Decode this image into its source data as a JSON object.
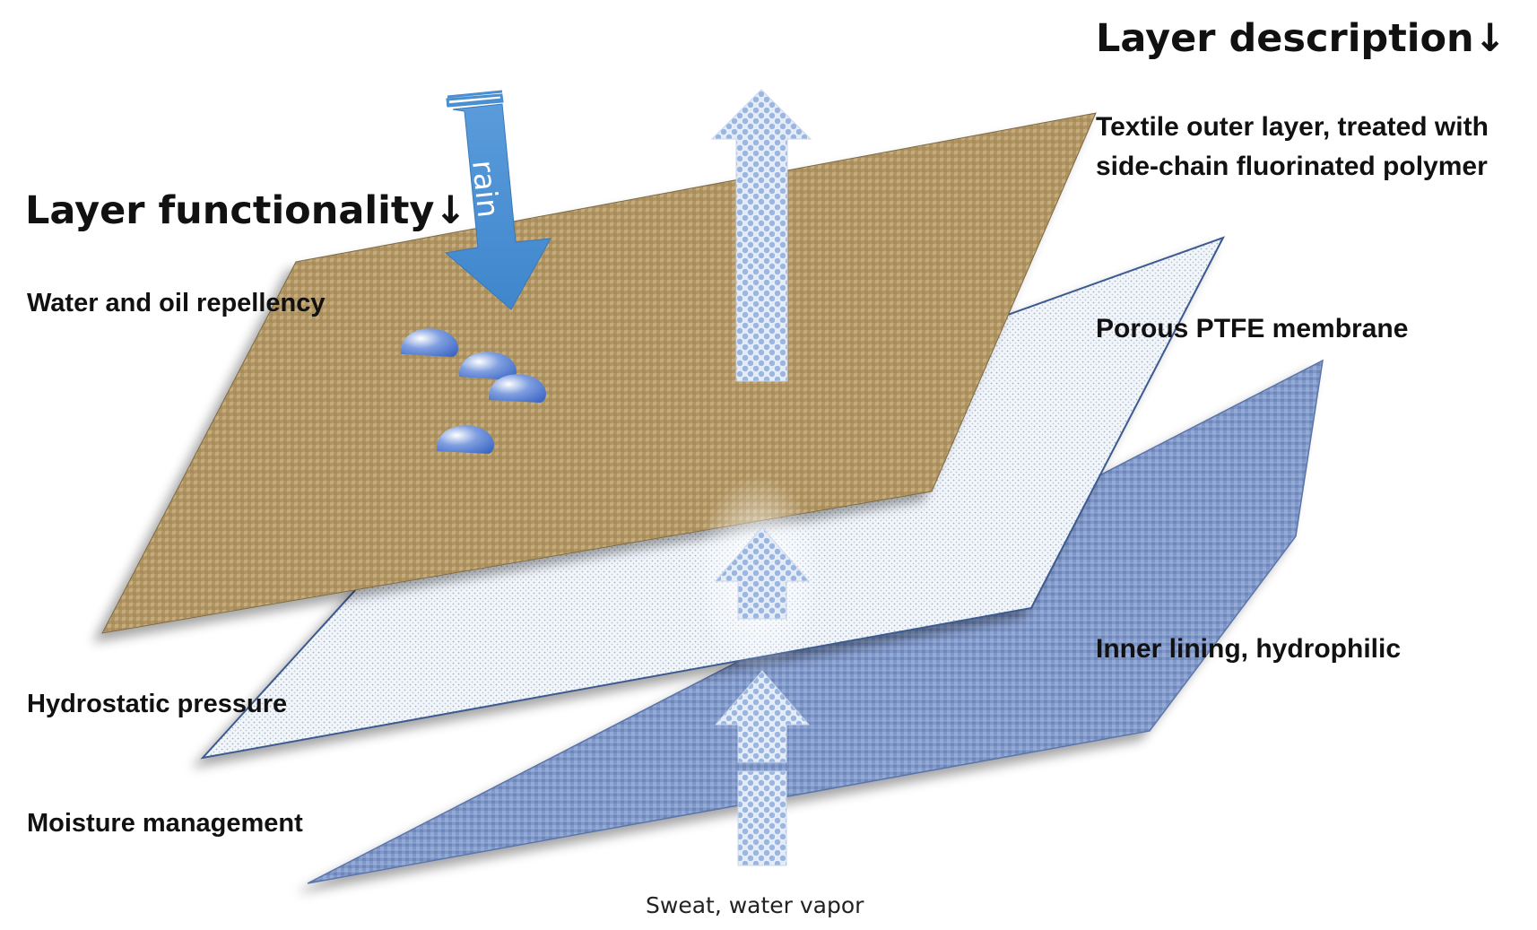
{
  "headings": {
    "functionality": "Layer functionality↓",
    "description": "Layer description↓"
  },
  "functionality": {
    "outer": "Water and oil repellency",
    "membrane": "Hydrostatic pressure",
    "inner": "Moisture management"
  },
  "descriptions": {
    "outer_line1": "Textile outer layer, treated with",
    "outer_line2": "side-chain fluorinated polymer",
    "membrane": "Porous PTFE membrane",
    "inner": "Inner lining, hydrophilic"
  },
  "rain_label": "rain",
  "vapor_caption": "Sweat, water vapor",
  "colors": {
    "outer_fabric": "#b59a68",
    "membrane": "#eef3fa",
    "inner_fabric": "#7f97c8",
    "rain_arrow": "#4a8fd0",
    "vapor_arrow": "#9bb6e0",
    "droplet": "#5c82d4"
  },
  "icons": [
    "rain-arrow",
    "vapor-arrow",
    "water-droplet"
  ]
}
